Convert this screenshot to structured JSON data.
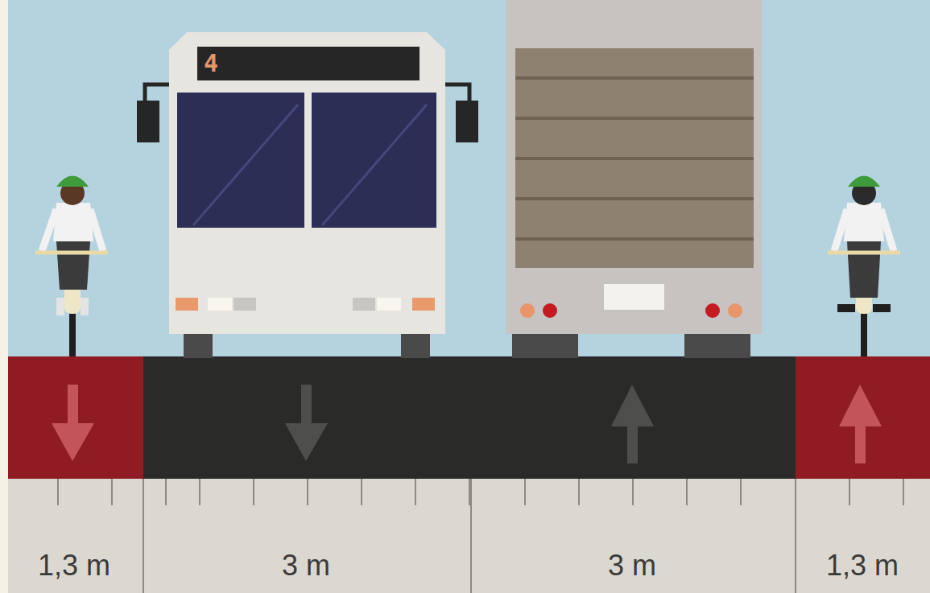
{
  "diagram": {
    "labels": [
      "4",
      "1,3 m",
      "3 m",
      "3 m",
      "1,3 m"
    ]
  }
}
